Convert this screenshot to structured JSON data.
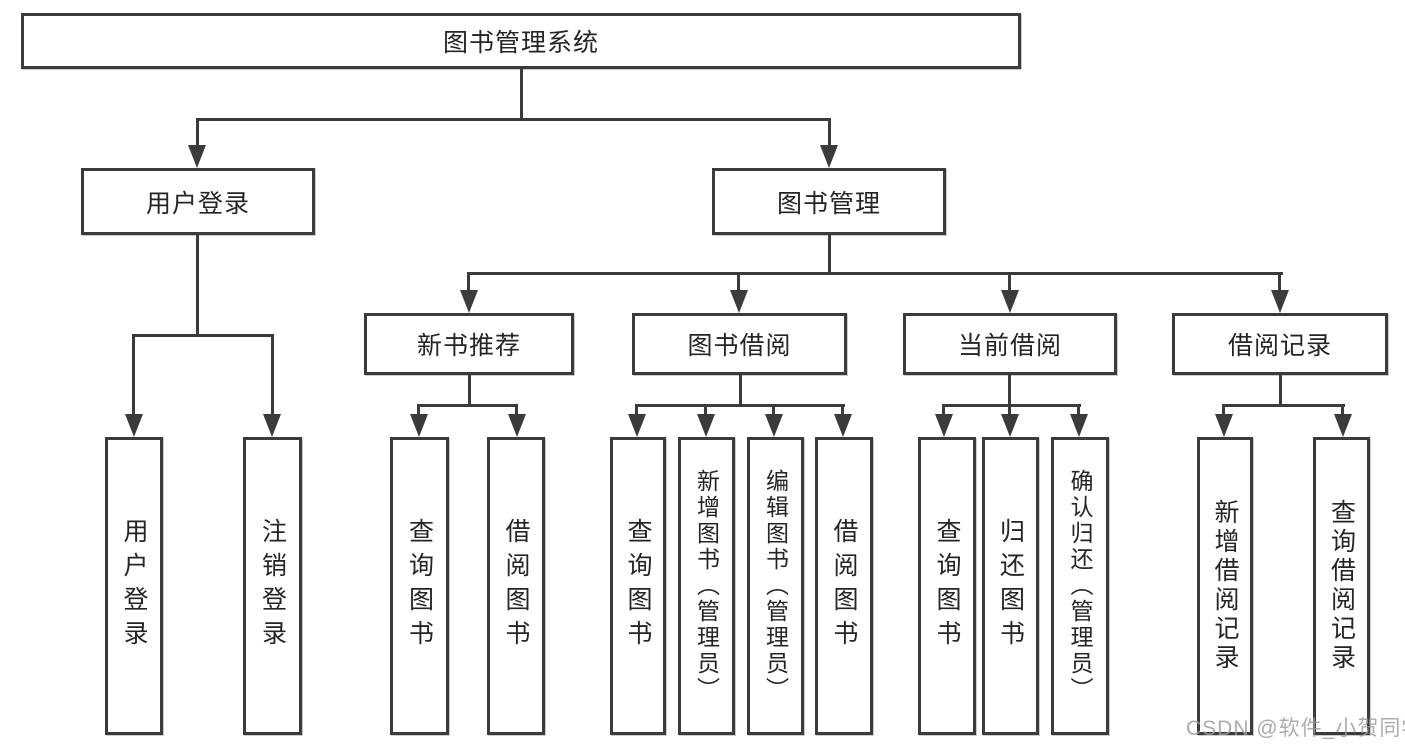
{
  "diagram": {
    "title": "图书管理系统",
    "nodes": {
      "root": {
        "label": "图书管理系统"
      },
      "user_login": {
        "label": "用户登录"
      },
      "book_mgmt": {
        "label": "图书管理"
      },
      "new_book_rec": {
        "label": "新书推荐"
      },
      "book_borrow": {
        "label": "图书借阅"
      },
      "current_borrow": {
        "label": "当前借阅"
      },
      "borrow_records": {
        "label": "借阅记录"
      },
      "leaf_user_login": {
        "label": "用户登录"
      },
      "leaf_logout": {
        "label": "注销登录"
      },
      "leaf_query_book_rec": {
        "label": "查询图书"
      },
      "leaf_borrow_book_rec": {
        "label": "借阅图书"
      },
      "leaf_query_book_borrow": {
        "label": "查询图书"
      },
      "leaf_add_book": {
        "label": "新增图书（管理员）"
      },
      "leaf_edit_book": {
        "label": "编辑图书（管理员）"
      },
      "leaf_borrow_book_borrow": {
        "label": "借阅图书"
      },
      "leaf_query_book_current": {
        "label": "查询图书"
      },
      "leaf_return_book": {
        "label": "归还图书"
      },
      "leaf_confirm_return": {
        "label": "确认归还（管理员）"
      },
      "leaf_add_record": {
        "label": "新增借阅记录"
      },
      "leaf_query_record": {
        "label": "查询借阅记录"
      }
    },
    "hierarchy": {
      "图书管理系统": [
        "用户登录",
        "图书管理"
      ],
      "用户登录": [
        "用户登录",
        "注销登录"
      ],
      "图书管理": [
        "新书推荐",
        "图书借阅",
        "当前借阅",
        "借阅记录"
      ],
      "新书推荐": [
        "查询图书",
        "借阅图书"
      ],
      "图书借阅": [
        "查询图书",
        "新增图书（管理员）",
        "编辑图书（管理员）",
        "借阅图书"
      ],
      "当前借阅": [
        "查询图书",
        "归还图书",
        "确认归还（管理员）"
      ],
      "借阅记录": [
        "新增借阅记录",
        "查询借阅记录"
      ]
    }
  },
  "watermark": {
    "text": "CSDN @软件_小贺同学"
  },
  "colors": {
    "line": "#3b3b3b",
    "text": "#252525",
    "box_background": "#ffffff",
    "watermark": "#9e9e9e",
    "background": "#ffffff"
  }
}
